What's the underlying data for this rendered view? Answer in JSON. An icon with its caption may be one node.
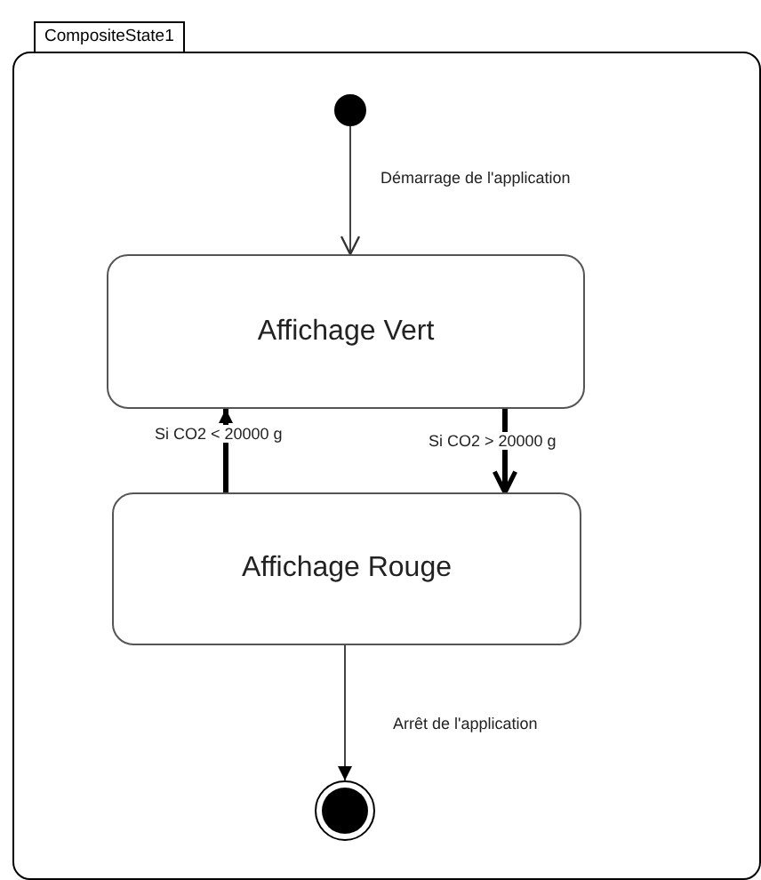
{
  "diagram": {
    "nodes": [
      {
        "text": [
          "CompositeState1"
        ]
      },
      {
        "text": [],
        "shape": "circle",
        "in": 0
      },
      {
        "text": [
          "Affichage Vert"
        ],
        "in": 0
      },
      {
        "text": [
          "Affichage Rouge"
        ],
        "in": 0
      },
      {
        "text": [],
        "shape": "circle",
        "in": 0
      }
    ],
    "edges": [
      {
        "from": 1,
        "to": 2,
        "arrow": "to",
        "label": "Démarrage de l'application"
      },
      {
        "from": 3,
        "to": 2,
        "arrow": "to",
        "label": "Si CO2 < 20000 g",
        "style": "thick"
      },
      {
        "from": 2,
        "to": 3,
        "arrow": "to",
        "label": "Si CO2 > 20000 g",
        "style": "thick"
      },
      {
        "from": 3,
        "to": 4,
        "arrow": "to",
        "label": "Arrêt de l'application"
      }
    ]
  }
}
